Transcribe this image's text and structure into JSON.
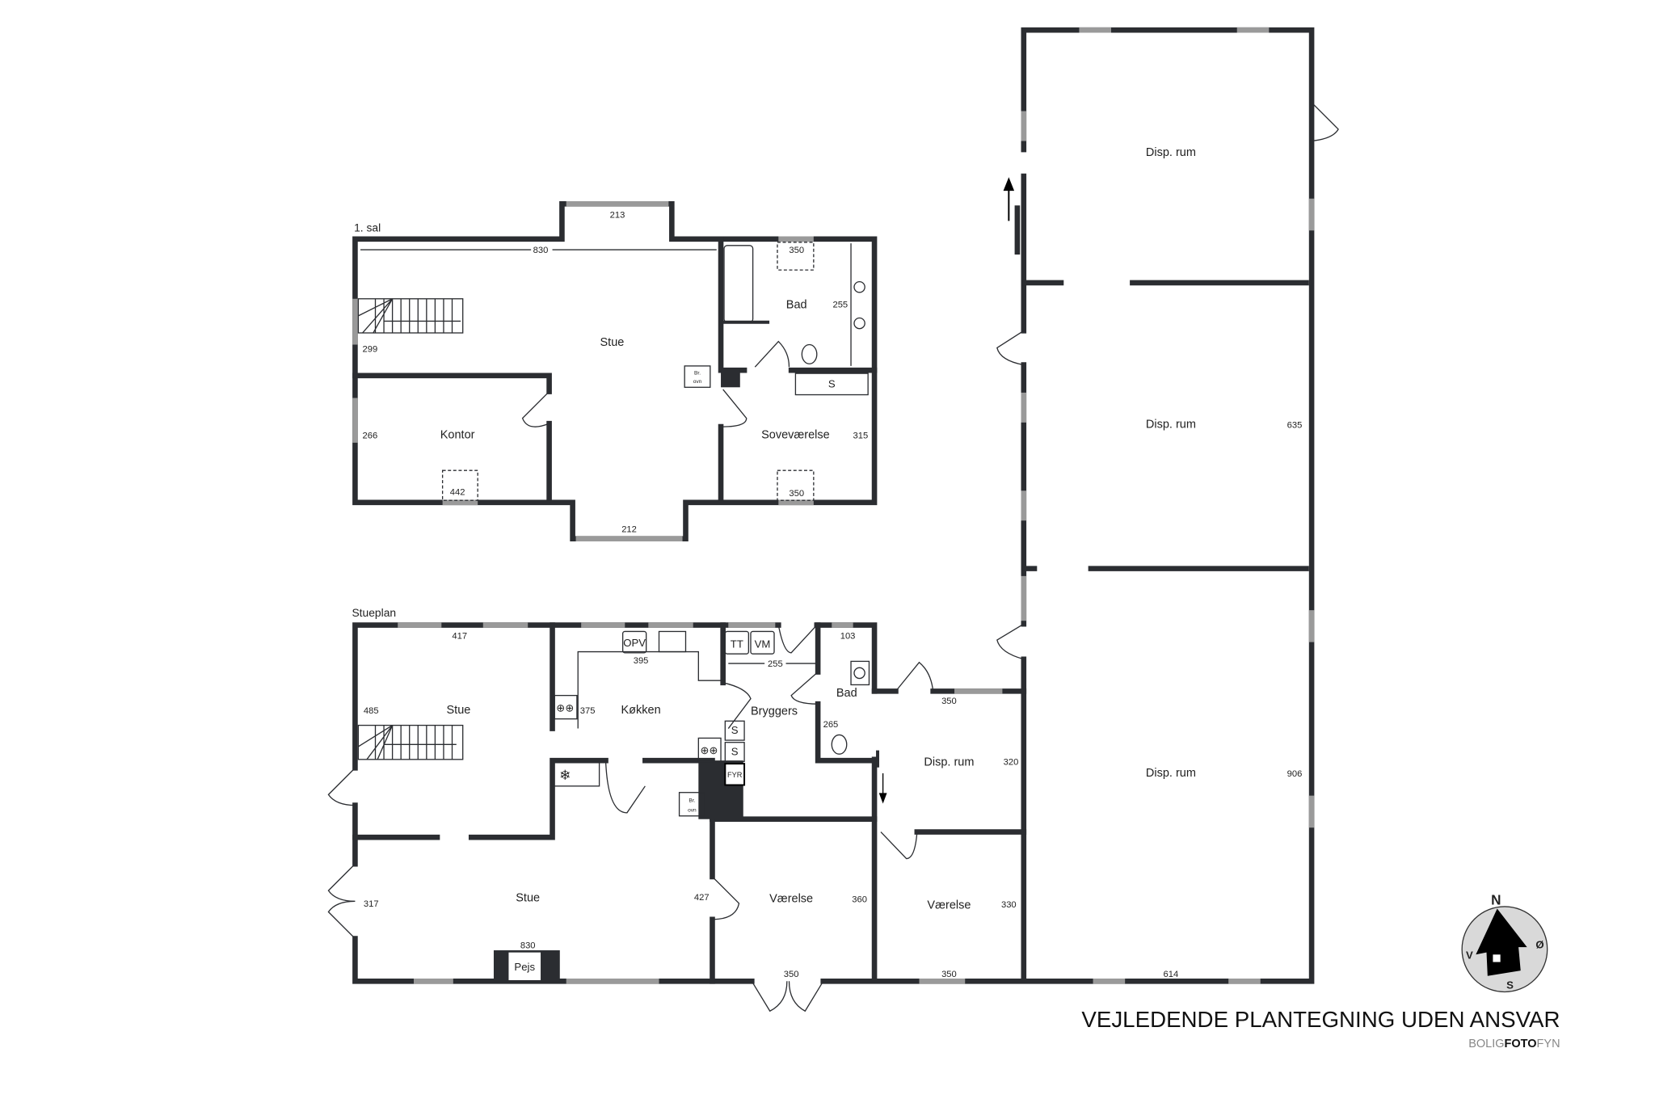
{
  "floors": {
    "upper_label": "1. sal",
    "ground_label": "Stueplan"
  },
  "rooms": {
    "upper_stue": "Stue",
    "kontor": "Kontor",
    "upper_bad": "Bad",
    "sovevaerelse": "Soveværelse",
    "ground_stue_1": "Stue",
    "kokken": "Køkken",
    "bryggers": "Bryggers",
    "ground_bad": "Bad",
    "ground_stue_2": "Stue",
    "vaerelse_1": "Værelse",
    "disp_small": "Disp. rum",
    "vaerelse_2": "Værelse",
    "disp_1": "Disp. rum",
    "disp_2": "Disp. rum",
    "disp_3": "Disp. rum"
  },
  "dimensions": {
    "u213": "213",
    "u830": "830",
    "u350a": "350",
    "u255": "255",
    "u299": "299",
    "u266": "266",
    "u442": "442",
    "u350b": "350",
    "u315": "315",
    "u212": "212",
    "g417": "417",
    "g395": "395",
    "g255": "255",
    "g103": "103",
    "g485": "485",
    "g375": "375",
    "g265": "265",
    "g350a": "350",
    "g320": "320",
    "g317": "317",
    "g427": "427",
    "g360": "360",
    "g830": "830",
    "g350b": "350",
    "g350c": "350",
    "g330": "330",
    "g614": "614",
    "g635": "635",
    "g906": "906"
  },
  "fixtures": {
    "opv": "OPV",
    "tt": "TT",
    "vm": "VM",
    "s1": "S",
    "s2": "S",
    "s_upper": "S",
    "fyr": "FYR",
    "br_ovn_top": "Br.",
    "br_ovn_bottom": "ovn",
    "pejs": "Pejs"
  },
  "compass": {
    "n": "N",
    "s": "S",
    "v": "V",
    "o": "Ø"
  },
  "footer": {
    "disclaimer": "VEJLEDENDE PLANTEGNING UDEN ANSVAR",
    "brand_a": "BOLIG",
    "brand_b": "FOTO",
    "brand_c": "FYN"
  },
  "colors": {
    "wall": "#2b2d31",
    "window": "#9a9a9a",
    "compass_bg": "#d9d9d9"
  }
}
